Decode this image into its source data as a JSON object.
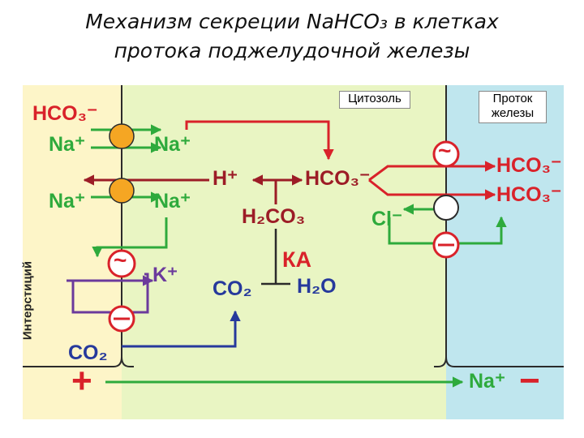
{
  "title": {
    "line1": "Механизм секреции NaHCO₃ в клетках",
    "line2": "протока поджелудочной железы"
  },
  "labels": {
    "cytosol": "Цитозоль",
    "duct": [
      "Проток",
      "железы"
    ],
    "interstitium": "Интерстиций",
    "hco3_interstitium": "HCO₃⁻",
    "na_interstitium_1": "Na⁺",
    "na_cell_1": "Na⁺",
    "na_interstitium_2": "Na⁺",
    "na_cell_2": "Na⁺",
    "k_ion": "K⁺",
    "h_ion": "H⁺",
    "hco3_cell": "HCO₃⁻",
    "h2co3": "H₂CO₃",
    "ka": "КА",
    "co2_cell": "CO₂",
    "h2o": "H₂O",
    "co2_interstitium": "CO₂",
    "cl_ion": "Cl⁻",
    "hco3_duct_1": "HCO₃⁻",
    "hco3_duct_2": "HCO₃⁻",
    "na_paracellular": "Na⁺",
    "tilde_1": "~",
    "tilde_2": "~",
    "plus_sign": "+",
    "minus_sign": "−"
  },
  "colors": {
    "interstitium_bg": "#fdf5c8",
    "cell_bg": "#e9f5c3",
    "duct_bg": "#bfe6ee",
    "green": "#2eaa3c",
    "red": "#d9222a",
    "dark_red": "#9c1c26",
    "blue": "#26399c",
    "purple": "#6b3a9c",
    "transporter_orange": "#f5a623",
    "membrane": "#2b2b2b"
  }
}
